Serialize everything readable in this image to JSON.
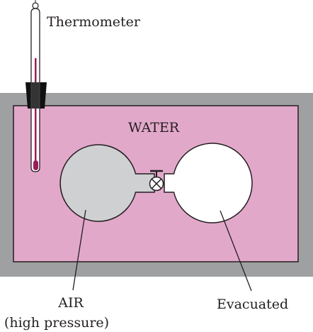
{
  "labels": {
    "thermometer": "Thermometer",
    "water": "WATER",
    "air_line1": "AIR",
    "air_line2": "(high pressure)",
    "evacuated": "Evacuated"
  },
  "colors": {
    "container_gray": "#9ea0a2",
    "water_pink": "#e2a8ca",
    "air_gray": "#cfd0d2",
    "vacuum_white": "#ffffff",
    "stroke": "#231f20",
    "mercury": "#9b1c5e",
    "stopper": "#111111"
  },
  "icons": {
    "valve": "valve-icon"
  }
}
